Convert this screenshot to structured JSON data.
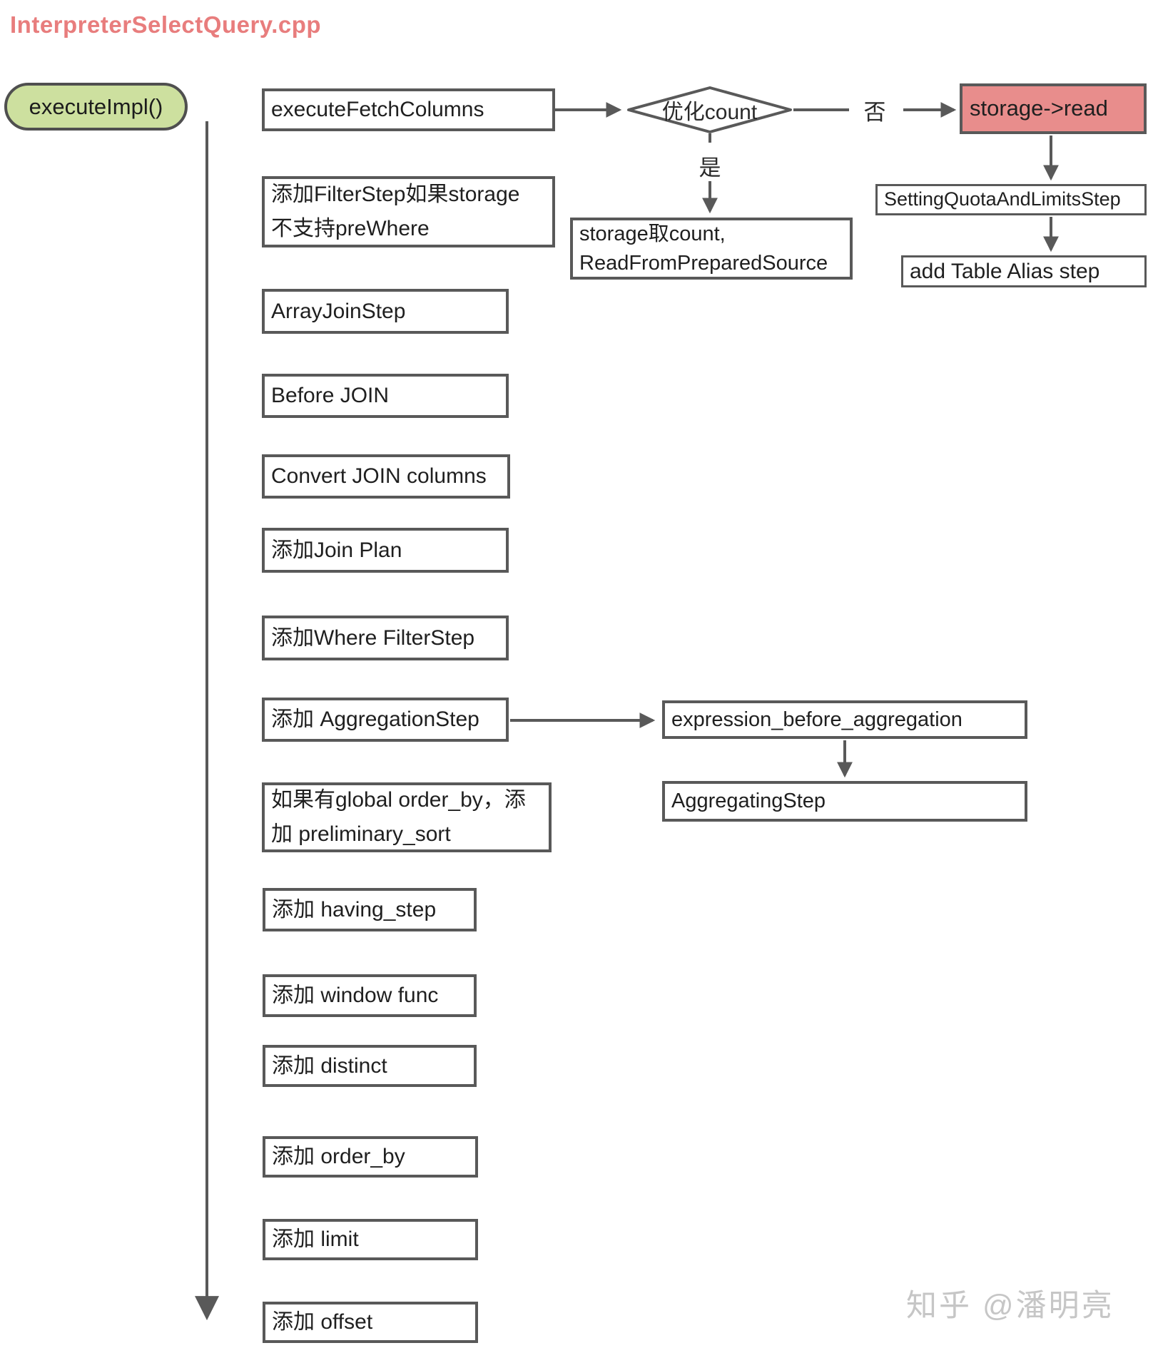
{
  "title": "InterpreterSelectQuery.cpp",
  "entry_label": "executeImpl()",
  "decision": {
    "label": "优化count",
    "no_label": "否",
    "yes_label": "是"
  },
  "steps": [
    "executeFetchColumns",
    "添加FilterStep如果storage不支持preWhere",
    "ArrayJoinStep",
    "Before JOIN",
    "Convert JOIN columns",
    "添加Join Plan",
    "添加Where FilterStep",
    "添加 AggregationStep",
    "如果有global order_by，添加 preliminary_sort",
    "添加 having_step",
    "添加 window func",
    "添加 distinct",
    "添加 order_by",
    "添加 limit",
    "添加 offset"
  ],
  "no_branch": {
    "read": "storage->read",
    "quota": "SettingQuotaAndLimitsStep",
    "alias": "add Table Alias step"
  },
  "yes_branch": {
    "count_source": "storage取count,\nReadFromPreparedSource"
  },
  "aggregation_branch": {
    "expression": "expression_before_aggregation",
    "aggregating": "AggregatingStep"
  },
  "watermark": "知乎 @潘明亮",
  "colors": {
    "title_accent": "#e87d7d",
    "entry_fill": "#cde09f",
    "highlight_fill": "#e88d8c",
    "line": "#595959"
  }
}
